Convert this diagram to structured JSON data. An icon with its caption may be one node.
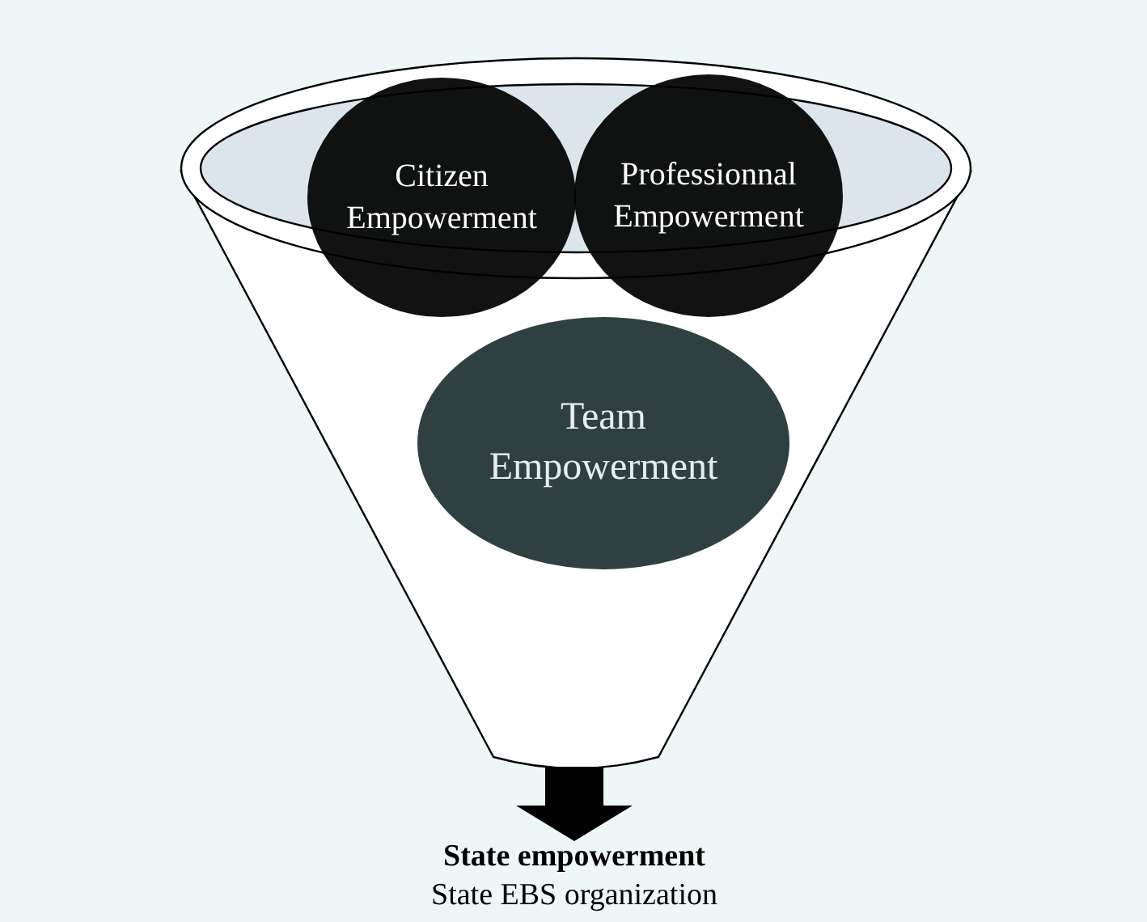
{
  "diagram": {
    "nodes": [
      {
        "text": [
          "Citizen Empowerment"
        ]
      },
      {
        "text": [
          "Professionnal Empowerment"
        ]
      },
      {
        "text": [
          "Team Empowerment"
        ],
        "in": 3
      },
      {
        "text": [],
        "shape": "funnel"
      },
      {
        "text": [
          "State empowerment",
          "State EBS organization"
        ]
      }
    ],
    "edges": [
      {
        "from": 3,
        "to": 4,
        "arrow": "to"
      }
    ]
  }
}
